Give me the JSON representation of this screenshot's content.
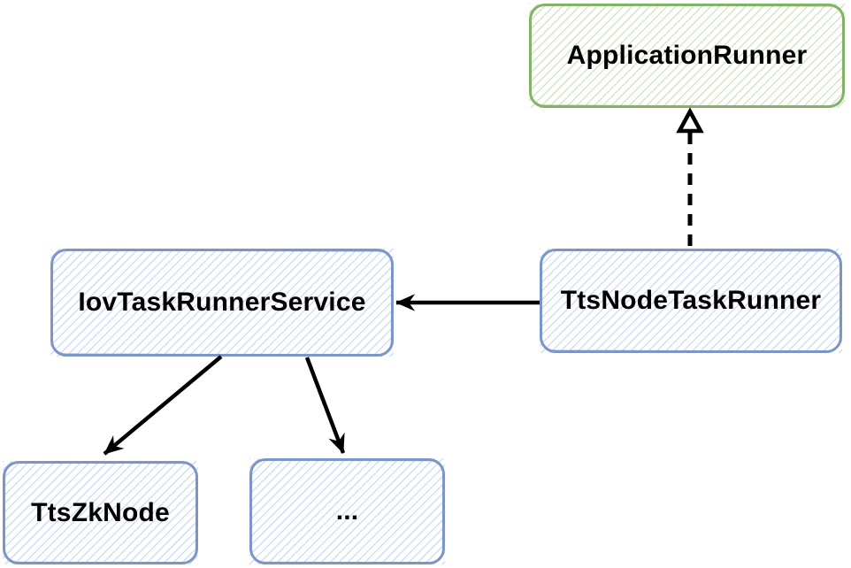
{
  "diagram": {
    "type": "class-relationship-diagram",
    "style": "hand-drawn-sketch-hatched",
    "background": "#ffffff",
    "nodes": [
      {
        "id": "application-runner",
        "label": "ApplicationRunner",
        "scheme": "green",
        "border_color": "#82b366",
        "hatch_color": "#d3e5c6"
      },
      {
        "id": "iov-task-runner-service",
        "label": "IovTaskRunnerService",
        "scheme": "blue",
        "border_color": "#7b96c7",
        "hatch_color": "#cfdef5"
      },
      {
        "id": "tts-node-task-runner",
        "label": "TtsNodeTaskRunner",
        "scheme": "blue",
        "border_color": "#7b96c7",
        "hatch_color": "#cfdef5"
      },
      {
        "id": "tts-zk-node",
        "label": "TtsZkNode",
        "scheme": "blue",
        "border_color": "#7b96c7",
        "hatch_color": "#cfdef5"
      },
      {
        "id": "ellipsis",
        "label": "...",
        "scheme": "blue",
        "border_color": "#7b96c7",
        "hatch_color": "#cfdef5"
      }
    ],
    "edges": [
      {
        "from": "tts-node-task-runner",
        "to": "application-runner",
        "line": "dashed",
        "arrowhead": "hollow-triangle",
        "color": "#000000"
      },
      {
        "from": "tts-node-task-runner",
        "to": "iov-task-runner-service",
        "line": "solid",
        "arrowhead": "filled-classic",
        "color": "#000000"
      },
      {
        "from": "iov-task-runner-service",
        "to": "tts-zk-node",
        "line": "solid",
        "arrowhead": "filled-classic",
        "color": "#000000"
      },
      {
        "from": "iov-task-runner-service",
        "to": "ellipsis",
        "line": "solid",
        "arrowhead": "filled-classic",
        "color": "#000000"
      }
    ],
    "colors": {
      "green_border": "#82b366",
      "green_hatch": "#d3e5c6",
      "blue_border": "#7b96c7",
      "blue_hatch": "#cfdef5",
      "arrow": "#000000",
      "text": "#000000",
      "background": "#ffffff"
    }
  }
}
